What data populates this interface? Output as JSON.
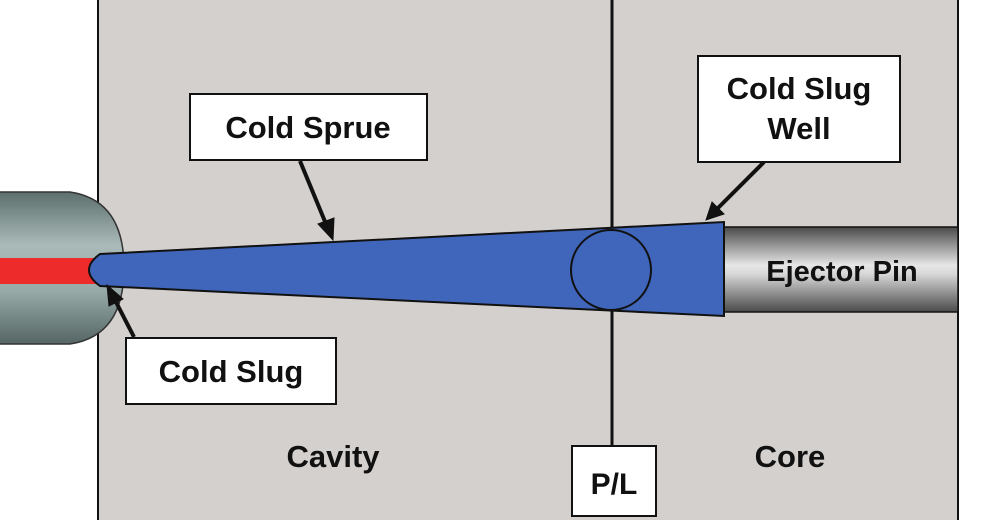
{
  "labels": {
    "cold_sprue": "Cold Sprue",
    "cold_slug_well_line1": "Cold Slug",
    "cold_slug_well_line2": "Well",
    "ejector_pin": "Ejector Pin",
    "cold_slug": "Cold Slug",
    "cavity": "Cavity",
    "core": "Core",
    "parting_line": "P/L"
  },
  "colors": {
    "mold_plate": "#d4d0cd",
    "sprue": "#3f66ba",
    "nozzle": "#8fa3a1",
    "melt": "#ee2b2b",
    "ejector_pin": "#9a9a9a",
    "outline": "#111111",
    "label_box": "#ffffff"
  },
  "icons": {
    "nozzle": "injection-nozzle-icon",
    "ejector_pin": "ejector-pin-icon"
  }
}
